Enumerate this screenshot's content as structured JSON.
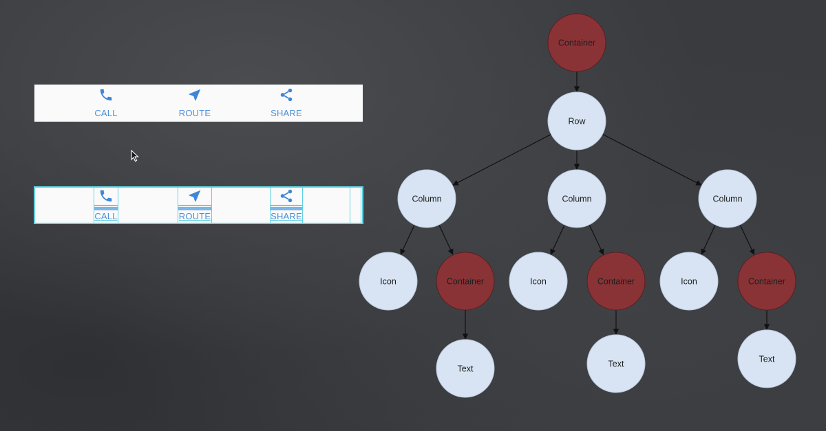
{
  "buttons": [
    {
      "label": "CALL",
      "icon": "phone-icon"
    },
    {
      "label": "ROUTE",
      "icon": "navigation-arrow-icon"
    },
    {
      "label": "SHARE",
      "icon": "share-icon"
    }
  ],
  "colors": {
    "background": "#393b3f",
    "container_node": "#8a3336",
    "widget_node": "#d8e4f3",
    "button_blue": "#3e86d6",
    "debug_outline": "#5fd3e3"
  },
  "tree": {
    "nodes": [
      {
        "id": "root",
        "label": "Container",
        "kind": "container"
      },
      {
        "id": "row",
        "label": "Row",
        "kind": "widget"
      },
      {
        "id": "col1",
        "label": "Column",
        "kind": "widget"
      },
      {
        "id": "col2",
        "label": "Column",
        "kind": "widget"
      },
      {
        "id": "col3",
        "label": "Column",
        "kind": "widget"
      },
      {
        "id": "icon1",
        "label": "Icon",
        "kind": "widget"
      },
      {
        "id": "cont1",
        "label": "Container",
        "kind": "container"
      },
      {
        "id": "icon2",
        "label": "Icon",
        "kind": "widget"
      },
      {
        "id": "cont2",
        "label": "Container",
        "kind": "container"
      },
      {
        "id": "icon3",
        "label": "Icon",
        "kind": "widget"
      },
      {
        "id": "cont3",
        "label": "Container",
        "kind": "container"
      },
      {
        "id": "text1",
        "label": "Text",
        "kind": "widget"
      },
      {
        "id": "text2",
        "label": "Text",
        "kind": "widget"
      },
      {
        "id": "text3",
        "label": "Text",
        "kind": "widget"
      }
    ],
    "edges": [
      [
        "root",
        "row"
      ],
      [
        "row",
        "col1"
      ],
      [
        "row",
        "col2"
      ],
      [
        "row",
        "col3"
      ],
      [
        "col1",
        "icon1"
      ],
      [
        "col1",
        "cont1"
      ],
      [
        "col2",
        "icon2"
      ],
      [
        "col2",
        "cont2"
      ],
      [
        "col3",
        "icon3"
      ],
      [
        "col3",
        "cont3"
      ],
      [
        "cont1",
        "text1"
      ],
      [
        "cont2",
        "text2"
      ],
      [
        "cont3",
        "text3"
      ]
    ]
  }
}
